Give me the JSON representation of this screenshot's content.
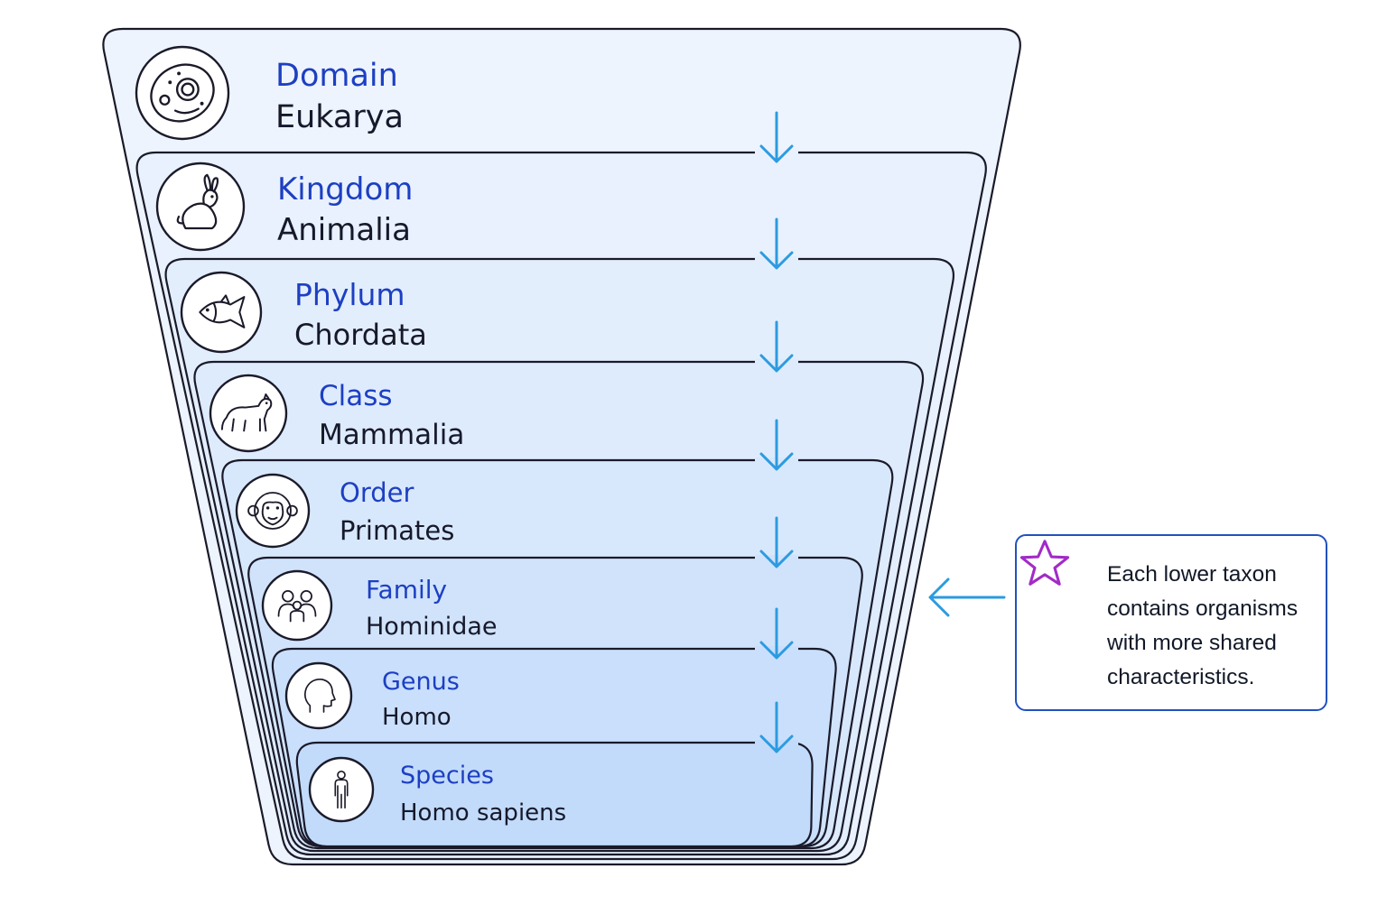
{
  "levels": [
    {
      "rank": "Domain",
      "name": "Eukarya",
      "icon": "cell-icon"
    },
    {
      "rank": "Kingdom",
      "name": "Animalia",
      "icon": "rabbit-icon"
    },
    {
      "rank": "Phylum",
      "name": "Chordata",
      "icon": "fish-icon"
    },
    {
      "rank": "Class",
      "name": "Mammalia",
      "icon": "mammal-icon"
    },
    {
      "rank": "Order",
      "name": "Primates",
      "icon": "monkey-icon"
    },
    {
      "rank": "Family",
      "name": "Hominidae",
      "icon": "family-icon"
    },
    {
      "rank": "Genus",
      "name": "Homo",
      "icon": "human-head-icon"
    },
    {
      "rank": "Species",
      "name": "Homo sapiens",
      "icon": "person-icon"
    }
  ],
  "note": {
    "text": "Each lower taxon contains organisms with more shared characteristics.",
    "icon": "star-icon"
  },
  "colors": {
    "rank_text": "#1d3fc2",
    "name_text": "#16192b",
    "arrow": "#2c9be0",
    "note_border": "#2251bf",
    "star": "#a22bc7",
    "outline": "#1a1a2a"
  }
}
